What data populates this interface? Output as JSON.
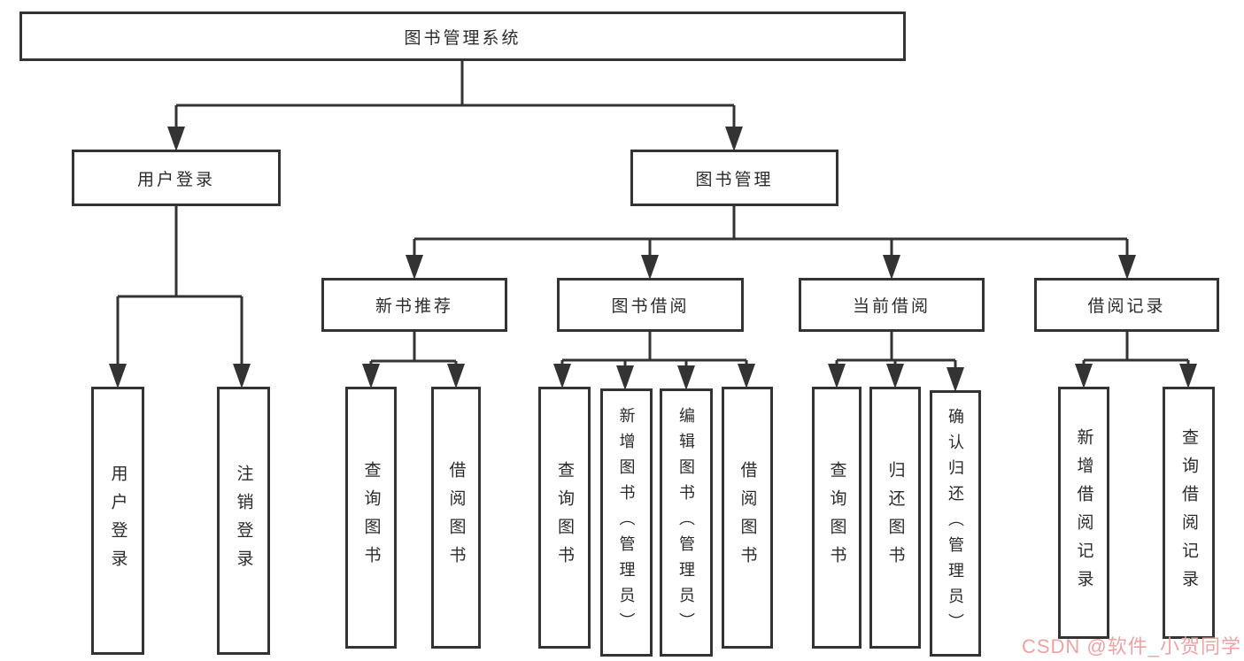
{
  "diagram": {
    "title": "图书管理系统",
    "colors": {
      "background": "#ffffff",
      "line": "#333333",
      "box_border": "#333333",
      "text": "#2b2b2b",
      "watermark": "#eda3a3"
    },
    "nodes": {
      "root": {
        "label": "图书管理系统"
      },
      "user_login": {
        "label": "用户登录"
      },
      "book_mgmt": {
        "label": "图书管理"
      },
      "new_book_rec": {
        "label": "新书推荐"
      },
      "book_borrow": {
        "label": "图书借阅"
      },
      "current_borrow": {
        "label": "当前借阅"
      },
      "borrow_record": {
        "label": "借阅记录"
      },
      "login": {
        "label": "用户登录"
      },
      "logout": {
        "label": "注销登录"
      },
      "rec_query_book": {
        "label": "查询图书"
      },
      "rec_borrow_book": {
        "label": "借阅图书"
      },
      "bor_query_book": {
        "label": "查询图书"
      },
      "bor_add_book": {
        "label": "新增图书（管理员）"
      },
      "bor_edit_book": {
        "label": "编辑图书（管理员）"
      },
      "bor_borrow_book": {
        "label": "借阅图书"
      },
      "cur_query_book": {
        "label": "查询图书"
      },
      "cur_return_book": {
        "label": "归还图书"
      },
      "cur_confirm_return": {
        "label": "确认归还（管理员）"
      },
      "log_add_record": {
        "label": "新增借阅记录"
      },
      "log_query_record": {
        "label": "查询借阅记录"
      }
    },
    "edges": [
      [
        "root",
        "user_login"
      ],
      [
        "root",
        "book_mgmt"
      ],
      [
        "user_login",
        "login"
      ],
      [
        "user_login",
        "logout"
      ],
      [
        "book_mgmt",
        "new_book_rec"
      ],
      [
        "book_mgmt",
        "book_borrow"
      ],
      [
        "book_mgmt",
        "current_borrow"
      ],
      [
        "book_mgmt",
        "borrow_record"
      ],
      [
        "new_book_rec",
        "rec_query_book"
      ],
      [
        "new_book_rec",
        "rec_borrow_book"
      ],
      [
        "book_borrow",
        "bor_query_book"
      ],
      [
        "book_borrow",
        "bor_add_book"
      ],
      [
        "book_borrow",
        "bor_edit_book"
      ],
      [
        "book_borrow",
        "bor_borrow_book"
      ],
      [
        "current_borrow",
        "cur_query_book"
      ],
      [
        "current_borrow",
        "cur_return_book"
      ],
      [
        "current_borrow",
        "cur_confirm_return"
      ],
      [
        "borrow_record",
        "log_add_record"
      ],
      [
        "borrow_record",
        "log_query_record"
      ]
    ],
    "watermark": {
      "text": "CSDN @软件_小贺同学"
    }
  }
}
